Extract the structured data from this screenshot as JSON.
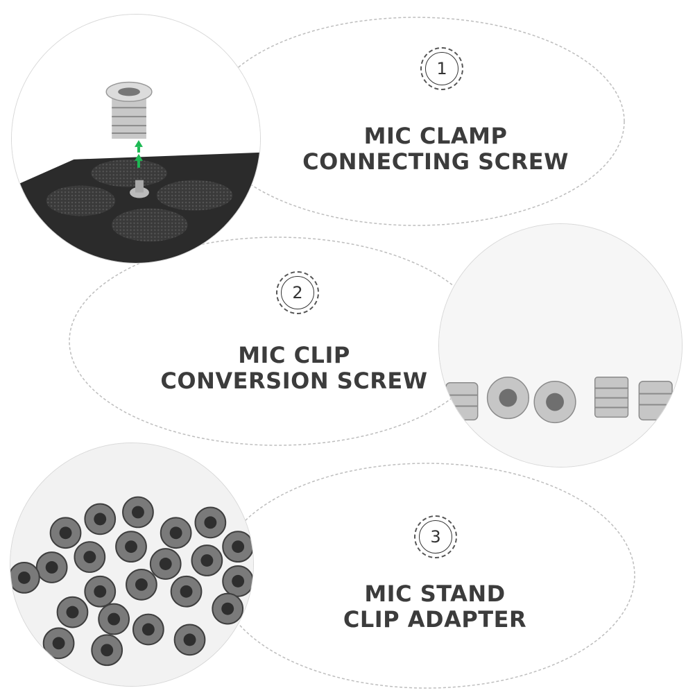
{
  "items": [
    {
      "number": "1",
      "line1": "MIC CLAMP",
      "line2": "CONNECTING SCREW",
      "photo_icon": "screw-on-plate-icon"
    },
    {
      "number": "2",
      "line1": "MIC CLIP",
      "line2": "CONVERSION SCREW",
      "photo_icon": "screw-row-icon"
    },
    {
      "number": "3",
      "line1": "MIC STAND",
      "line2": "CLIP ADAPTER",
      "photo_icon": "screw-pile-icon"
    }
  ],
  "colors": {
    "text": "#3c3c3c",
    "outline": "#bdbdbd",
    "plate": "#2b2b2b",
    "metal": "#c8c8c8",
    "arrow": "#1db954"
  }
}
